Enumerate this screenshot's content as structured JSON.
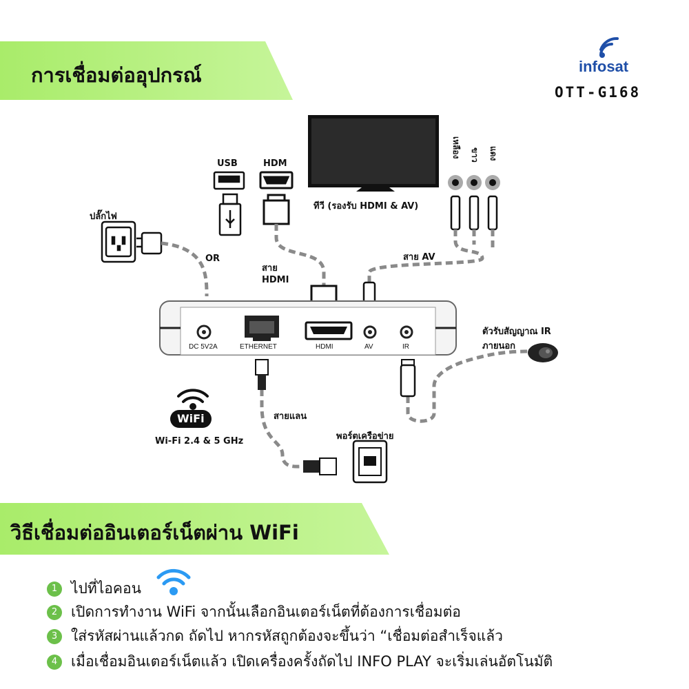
{
  "header": {
    "title": "การเชื่อมต่ออุปกรณ์",
    "brand": "infosat",
    "model": "OTT-G168"
  },
  "diagram": {
    "tv_label": "ทีวี (รองรับ HDMI & AV)",
    "rca_labels": [
      "เหลือง",
      "ขาว",
      "แดง"
    ],
    "usb_label": "USB",
    "hdmi_top_label": "HDM",
    "power_label": "ปลั๊กไฟ",
    "or_label": "OR",
    "hdmi_cable_label": [
      "สาย",
      "HDMI"
    ],
    "av_cable_label": "สาย AV",
    "ports": [
      "DC 5V2A",
      "ETHERNET",
      "HDMI",
      "AV",
      "IR"
    ],
    "ir_label": [
      "ตัวรับสัญญาณ IR",
      "ภายนอก"
    ],
    "lan_label": "สายแลน",
    "network_port_label": "พอร์ตเครือข่าย",
    "wifi_badge": "WiFi",
    "wifi_label": "Wi-Fi 2.4 & 5 GHz"
  },
  "wifi_section": {
    "title": "วิธีเชื่อมต่ออินเตอร์เน็ตผ่าน WiFi",
    "steps": [
      {
        "num": "1",
        "text": "ไปที่ไอคอน"
      },
      {
        "num": "2",
        "text": "เปิดการทำงาน WiFi จากนั้นเลือกอินเตอร์เน็ตที่ต้องการเชื่อมต่อ"
      },
      {
        "num": "3",
        "text": "ใส่รหัสผ่านแล้วกด ถัดไป หากรหัสถูกต้องจะขึ้นว่า “เชื่อมต่อสำเร็จแล้ว"
      },
      {
        "num": "4",
        "text": "เมื่อเชื่อมอินเตอร์เน็ตแล้ว เปิดเครื่องครั้งถัดไป INFO PLAY จะเริ่มเล่นอัตโนมัติ"
      }
    ]
  },
  "colors": {
    "banner": "#b5ef7a",
    "brand": "#1f4fa8",
    "wifi": "#2b9af3",
    "step": "#6cc04a"
  }
}
